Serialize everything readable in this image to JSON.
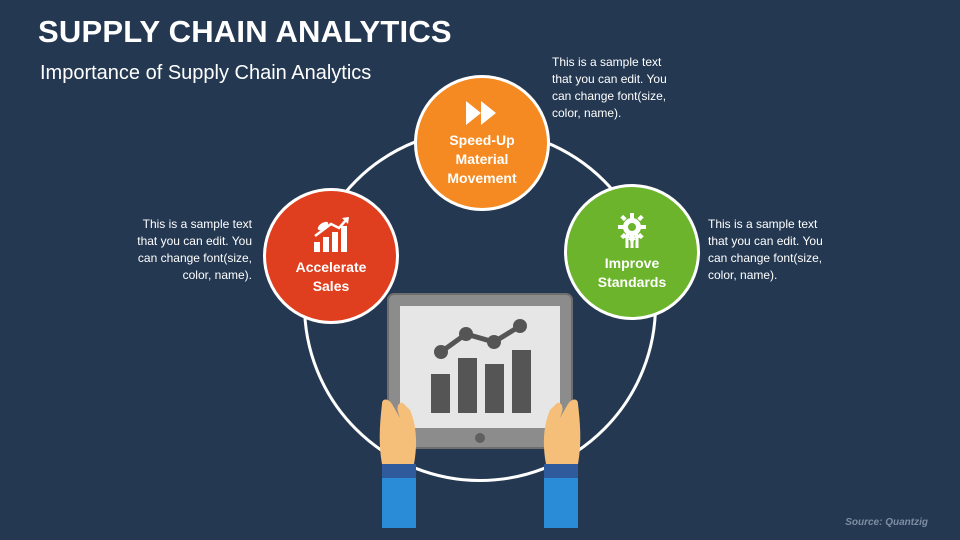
{
  "slide": {
    "title": "SUPPLY CHAIN ANALYTICS",
    "subtitle": "Importance of Supply Chain Analytics",
    "source": "Source: Quantzig"
  },
  "circles": [
    {
      "label": "Speed-Up\nMaterial\nMovement",
      "icon": "fast-forward-icon",
      "color": "#f48a21"
    },
    {
      "label": "Accelerate\nSales",
      "icon": "rocket-growth-chart-icon",
      "color": "#e03f1f"
    },
    {
      "label": "Improve\nStandards",
      "icon": "gear-arrows-up-icon",
      "color": "#6cb42c"
    }
  ],
  "notes": {
    "top": "This is a sample text\nthat you can edit. You\ncan change font(size,\ncolor, name).",
    "left": "This is a sample text\nthat you can edit. You\ncan change font(size,\ncolor, name).",
    "right": "This is a sample text\nthat you can edit. You\ncan change font(size,\ncolor, name)."
  },
  "illustration": {
    "icon": "tablet-chart-hands-icon"
  },
  "colors": {
    "background": "#243851",
    "ring": "#ffffff",
    "screen_chart": "#555555"
  }
}
